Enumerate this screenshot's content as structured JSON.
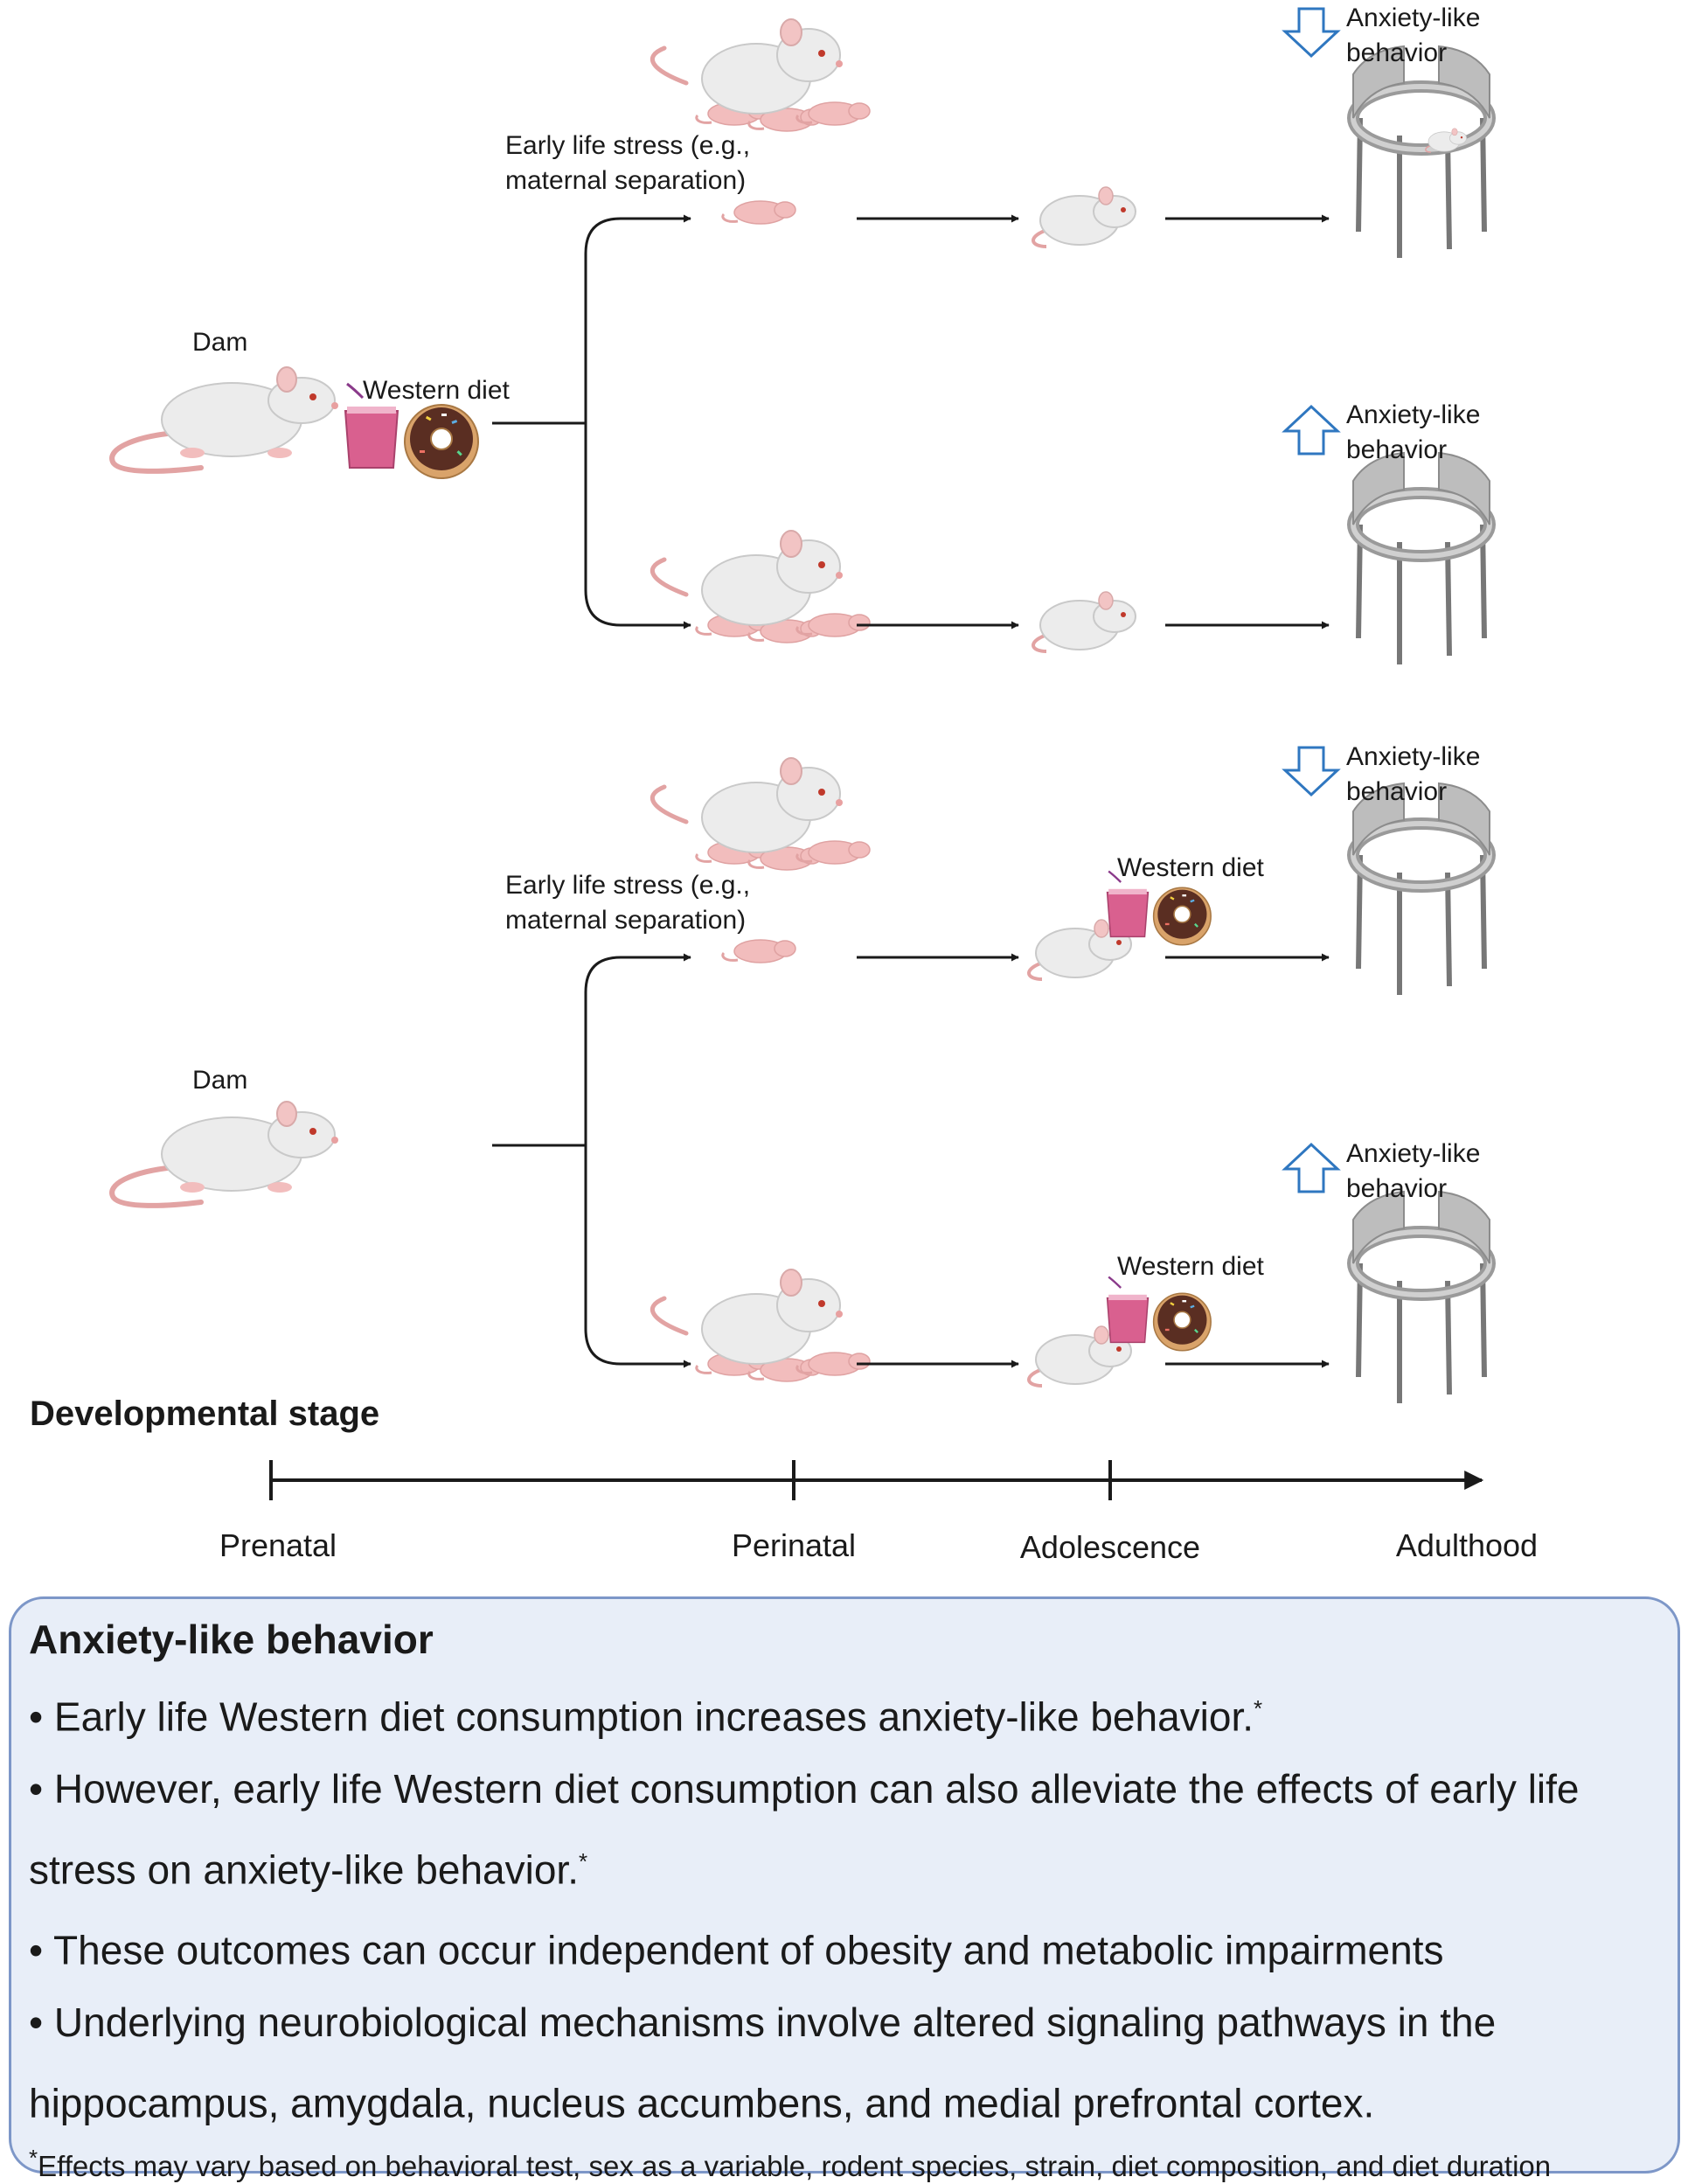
{
  "diagram": {
    "top_panel": {
      "dam_label": "Dam",
      "dam_diet_label": "Western diet",
      "stress_label_line1": "Early life stress (e.g.,",
      "stress_label_line2": "maternal separation)",
      "outcome_upper": {
        "direction": "down",
        "line1": "Anxiety-like",
        "line2": "behavior"
      },
      "outcome_lower": {
        "direction": "up",
        "line1": "Anxiety-like",
        "line2": "behavior"
      }
    },
    "bottom_panel": {
      "dam_label": "Dam",
      "stress_label_line1": "Early life stress (e.g.,",
      "stress_label_line2": "maternal separation)",
      "adolescent_diet_upper": "Western diet",
      "adolescent_diet_lower": "Western diet",
      "outcome_upper": {
        "direction": "down",
        "line1": "Anxiety-like",
        "line2": "behavior"
      },
      "outcome_lower": {
        "direction": "up",
        "line1": "Anxiety-like",
        "line2": "behavior"
      }
    },
    "timeline": {
      "title": "Developmental stage",
      "stages": [
        "Prenatal",
        "Perinatal",
        "Adolescence",
        "Adulthood"
      ]
    },
    "colors": {
      "arrow_outline": "#2f77c0",
      "drink": "#d9608f",
      "donut_icing": "#5a2e22",
      "rodent_body": "#ececec",
      "rodent_tail": "#e2a3a3",
      "pup": "#f2bdbd",
      "panel_border": "#7d97c8",
      "panel_fill": "#e8eef8"
    }
  },
  "summary": {
    "heading": "Anxiety-like behavior",
    "bullets": [
      {
        "text": "• Early life Western diet consumption increases anxiety-like behavior.",
        "mark": "*"
      },
      {
        "text": "• However, early life Western diet consumption can also alleviate the effects of early life stress on anxiety-like behavior.",
        "mark": "*"
      },
      {
        "text": "• These outcomes can occur independent of obesity and metabolic impairments",
        "mark": ""
      },
      {
        "text": "• Underlying neurobiological mechanisms involve altered signaling pathways in the hippocampus, amygdala, nucleus accumbens, and medial prefrontal cortex.",
        "mark": ""
      }
    ],
    "footnote_mark": "*",
    "footnote": "Effects may vary based on behavioral test, sex as a variable, rodent species, strain, diet composition, and diet duration"
  }
}
